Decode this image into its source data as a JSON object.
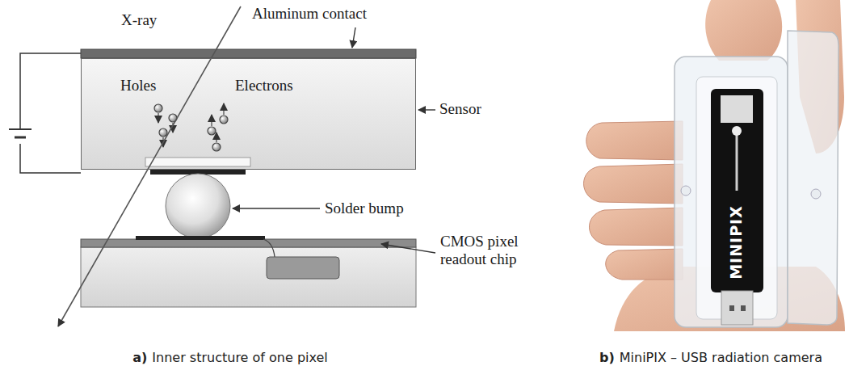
{
  "diagram": {
    "nodes": [
      {
        "text": [
          "Holes",
          "Electrons"
        ]
      }
    ],
    "labels": [
      "X-ray",
      "Aluminum contact",
      "Sensor",
      "Solder bump",
      "CMOS pixel readout chip",
      "MINIPIX",
      "a)",
      "Inner structure of one pixel",
      "b)",
      "MiniPIX – USB radiation camera"
    ]
  }
}
